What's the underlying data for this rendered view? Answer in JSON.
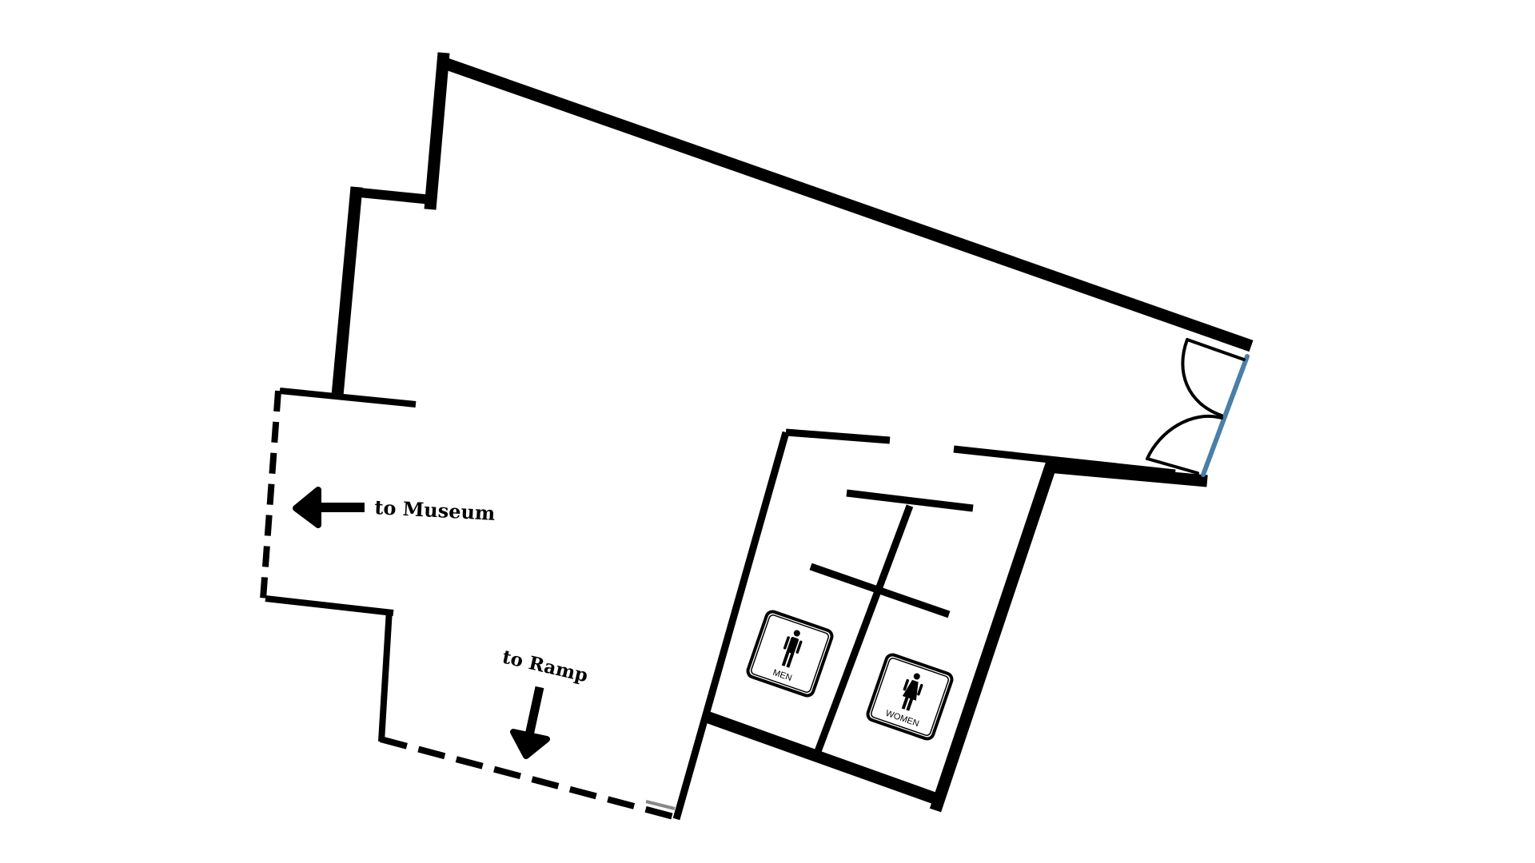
{
  "map": {
    "labels": {
      "to_museum": "to Museum",
      "to_ramp": "to Ramp"
    },
    "restrooms": {
      "men_label": "MEN",
      "women_label": "WOMEN",
      "men_icon": "man-icon",
      "women_icon": "woman-icon"
    },
    "colors": {
      "wall": "#000000",
      "door_glass": "#4a7fa7",
      "accent_gray": "#888888",
      "background": "#ffffff"
    }
  }
}
